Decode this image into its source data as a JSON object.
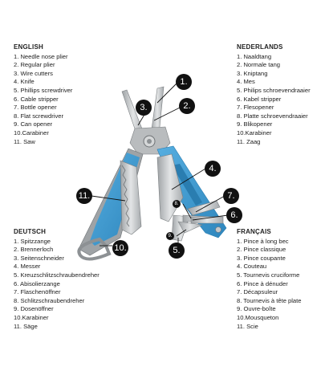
{
  "legends": {
    "en": {
      "title": "ENGLISH",
      "items": [
        "1. Needle nose plier",
        "2. Regular plier",
        "3. Wire cutters",
        "4. Knife",
        "5. Phillips screwdriver",
        "6. Cable stripper",
        "7. Bottle opener",
        "8. Flat screwdriver",
        "9. Can opener",
        "10.Carabiner",
        "11. Saw"
      ]
    },
    "nl": {
      "title": "NEDERLANDS",
      "items": [
        "1. Naaldtang",
        "2. Normale tang",
        "3. Kniptang",
        "4. Mes",
        "5. Philips schroevendraaier",
        "6. Kabel stripper",
        "7. Flesopener",
        "8. Platte schroevendraaier",
        "9. Blikopener",
        "10.Karabiner",
        "11. Zaag"
      ]
    },
    "de": {
      "title": "DEUTSCH",
      "items": [
        "1. Spitzzange",
        "2. Brennerloch",
        "3. Seitenschneider",
        "4. Messer",
        "5. Kreuzschlitzschraubendreher",
        "6. Abisolierzange",
        "7. Flaschenöffner",
        "8. Schlitzschraubendreher",
        "9. Dosenöffner",
        "10.Karabiner",
        "11. Säge"
      ]
    },
    "fr": {
      "title": "FRANÇAIS",
      "items": [
        "1. Pince à long bec",
        "2. Pince classique",
        "3. Pince coupante",
        "4. Couteau",
        "5. Tournevis cruciforme",
        "6. Pince à dénuder",
        "7. Décapsuleur",
        "8. Tournevis à tête plate",
        "9. Ouvre-boîte",
        "10.Mousqueton",
        "11. Scie"
      ]
    }
  },
  "markers": [
    {
      "id": "m1",
      "label": "1."
    },
    {
      "id": "m2",
      "label": "2."
    },
    {
      "id": "m3",
      "label": "3."
    },
    {
      "id": "m4",
      "label": "4."
    },
    {
      "id": "m5",
      "label": "5."
    },
    {
      "id": "m6",
      "label": "6."
    },
    {
      "id": "m7",
      "label": "7."
    },
    {
      "id": "m8",
      "label": "8."
    },
    {
      "id": "m9",
      "label": "9."
    },
    {
      "id": "m10",
      "label": "10."
    },
    {
      "id": "m11",
      "label": "11."
    }
  ],
  "colors": {
    "handle": "#3f9bd0",
    "handle_dark": "#2a7db0",
    "steel": "#c4c7c9",
    "steel_dark": "#8d9194",
    "marker": "#111111"
  }
}
